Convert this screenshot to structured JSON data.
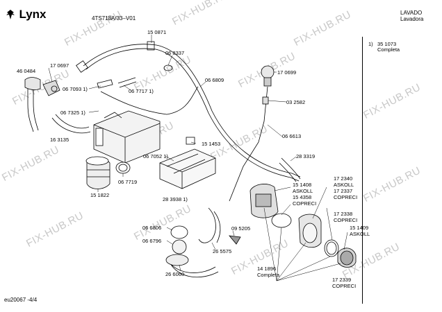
{
  "header": {
    "brand": "Lynx",
    "model": "4TS718A/33–V01",
    "category": "LAVADO",
    "subcategory": "Lavadora"
  },
  "side_note": {
    "ref": "1)",
    "part": "35 1073",
    "desc": "Completa"
  },
  "footer": {
    "page_id": "eu20067 -4/4"
  },
  "watermark": "FIX-HUB.RU",
  "parts": [
    {
      "id": "p1",
      "num": "15 0871"
    },
    {
      "id": "p2",
      "num": "06 8337"
    },
    {
      "id": "p3",
      "num": "46 0484"
    },
    {
      "id": "p4",
      "num": "17 0697"
    },
    {
      "id": "p5",
      "num": "06 7093 1)"
    },
    {
      "id": "p6",
      "num": "06 7717 1)"
    },
    {
      "id": "p7",
      "num": "06 6809"
    },
    {
      "id": "p8",
      "num": "17 0699"
    },
    {
      "id": "p9",
      "num": "06 7325 1)"
    },
    {
      "id": "p10",
      "num": "03 2582"
    },
    {
      "id": "p11",
      "num": "16 3135"
    },
    {
      "id": "p12",
      "num": "06 6613"
    },
    {
      "id": "p13",
      "num": "15 1453"
    },
    {
      "id": "p14",
      "num": "06 7052 1)"
    },
    {
      "id": "p15",
      "num": "28 3319"
    },
    {
      "id": "p16",
      "num": "06 7719"
    },
    {
      "id": "p17",
      "num": "15 1822"
    },
    {
      "id": "p18",
      "num": "28 3938 1)"
    },
    {
      "id": "p19",
      "num": "17 2340"
    },
    {
      "id": "p20",
      "num": "ASKOLL"
    },
    {
      "id": "p21",
      "num": "17 2337"
    },
    {
      "id": "p22",
      "num": "COPRECI"
    },
    {
      "id": "p23",
      "num": "15 1408"
    },
    {
      "id": "p24",
      "num": "ASKOLL"
    },
    {
      "id": "p25",
      "num": "15 4358"
    },
    {
      "id": "p26",
      "num": "COPRECI"
    },
    {
      "id": "p27",
      "num": "17 2338"
    },
    {
      "id": "p28",
      "num": "COPRECI"
    },
    {
      "id": "p29",
      "num": "15 1409"
    },
    {
      "id": "p30",
      "num": "ASKOLL"
    },
    {
      "id": "p31",
      "num": "06 6806"
    },
    {
      "id": "p32",
      "num": "09 5205"
    },
    {
      "id": "p33",
      "num": "06 6796"
    },
    {
      "id": "p34",
      "num": "26 5575"
    },
    {
      "id": "p35",
      "num": "26 6060"
    },
    {
      "id": "p36",
      "num": "14 1896"
    },
    {
      "id": "p37",
      "num": "Completa"
    },
    {
      "id": "p38",
      "num": "17 2339"
    },
    {
      "id": "p39",
      "num": "COPRECI"
    }
  ]
}
